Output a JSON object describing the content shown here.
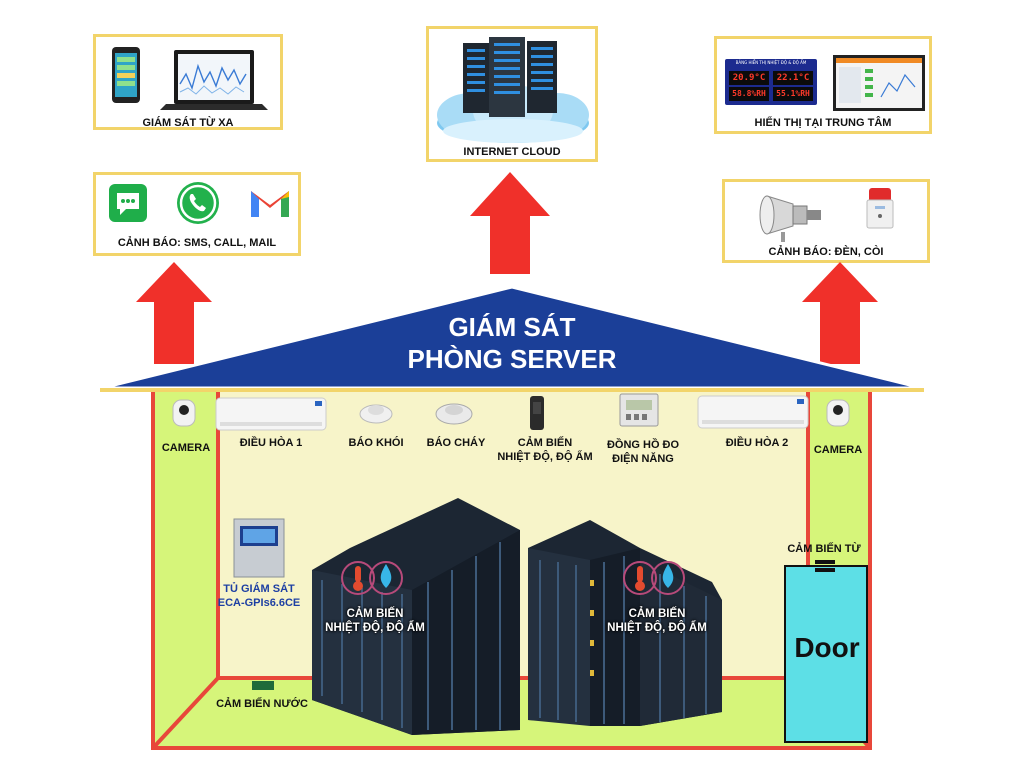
{
  "title": {
    "line1": "GIÁM SÁT",
    "line2": "PHÒNG SERVER"
  },
  "cards": {
    "remote": "GIÁM SÁT TỪ XA",
    "cloud": "INTERNET CLOUD",
    "center": "HIỂN THỊ TẠI TRUNG TÂM",
    "alert_msg": "CẢNH BÁO: SMS, CALL, MAIL",
    "alert_siren": "CẢNH BÁO: ĐÈN, CÒI"
  },
  "display_board": {
    "heading": "BẢNG HIỂN THỊ NHIỆT ĐỘ & ĐỘ ẨM",
    "t1": "20.9°C",
    "h1": "58.8%RH",
    "t2": "22.1°C",
    "h2": "55.1%RH"
  },
  "devices": {
    "camera_left": "CAMERA",
    "camera_right": "CAMERA",
    "ac1": "ĐIỀU HÒA 1",
    "ac2": "ĐIỀU HÒA 2",
    "smoke": "BÁO KHÓI",
    "fire": "BÁO CHÁY",
    "sensor_line1": "CẢM BIẾN",
    "sensor_line2": "NHIỆT ĐỘ, ĐỘ ẨM",
    "meter_line1": "ĐỒNG HỒ ĐO",
    "meter_line2": "ĐIỆN NĂNG",
    "cabinet_line1": "TỦ GIÁM SÁT",
    "cabinet_line2": "ECA-GPIs6.6CE",
    "rack_sensor_left_1": "CẢM BIẾN",
    "rack_sensor_left_2": "NHIỆT ĐỘ, ĐỘ ẨM",
    "rack_sensor_right_1": "CẢM BIẾN",
    "rack_sensor_right_2": "NHIỆT ĐỘ, ĐỘ ẨM",
    "magnetic": "CẢM BIẾN TỪ",
    "water": "CẢM BIẾN NƯỚC",
    "door": "Door"
  },
  "colors": {
    "card_border": "#f2d46a",
    "roof": "#1b3f98",
    "arrow": "#f0302a",
    "room_wall": "#e8473a",
    "room_green": "#d6f57a",
    "room_cream": "#f7f4c9",
    "door": "#5ddfe6"
  }
}
